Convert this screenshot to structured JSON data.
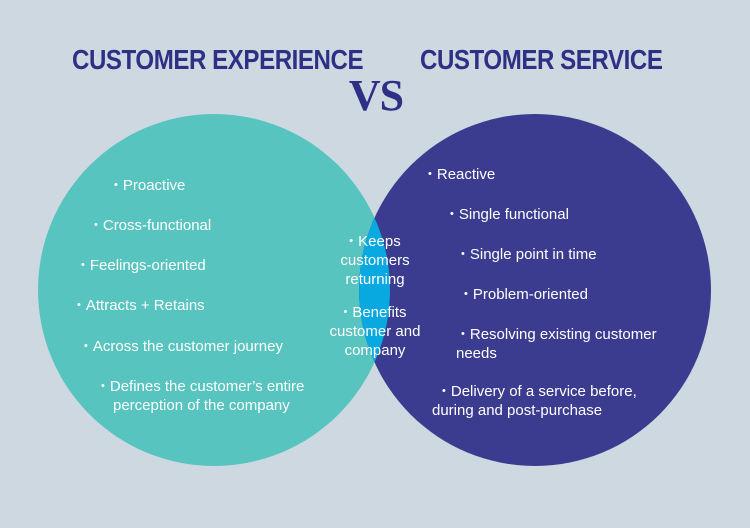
{
  "header": {
    "left_title": "CUSTOMER EXPERIENCE",
    "right_title": "CUSTOMER SERVICE",
    "vs_label": "VS"
  },
  "colors": {
    "background": "#cdd8e0",
    "left_circle": "#58c4c0",
    "right_circle": "#3b3b8f",
    "overlap": "#08a8e0",
    "title": "#2e2f85"
  },
  "left_items": [
    {
      "text": "Proactive"
    },
    {
      "text": "Cross-functional"
    },
    {
      "text": "Feelings-oriented"
    },
    {
      "text": "Attracts + Retains"
    },
    {
      "text": "Across the customer journey"
    },
    {
      "text": "Defines the customer’s entire",
      "continuation": "perception of the company"
    }
  ],
  "center_items": [
    {
      "lines": [
        "Keeps",
        "customers",
        "returning"
      ]
    },
    {
      "lines": [
        "Benefits",
        "customer and",
        "company"
      ]
    }
  ],
  "right_items": [
    {
      "text": "Reactive"
    },
    {
      "text": "Single functional"
    },
    {
      "text": "Single point in time"
    },
    {
      "text": "Problem-oriented"
    },
    {
      "text": "Resolving existing customer",
      "continuation": "needs"
    },
    {
      "text": "Delivery of a service before,",
      "continuation": "during and post-purchase"
    }
  ]
}
